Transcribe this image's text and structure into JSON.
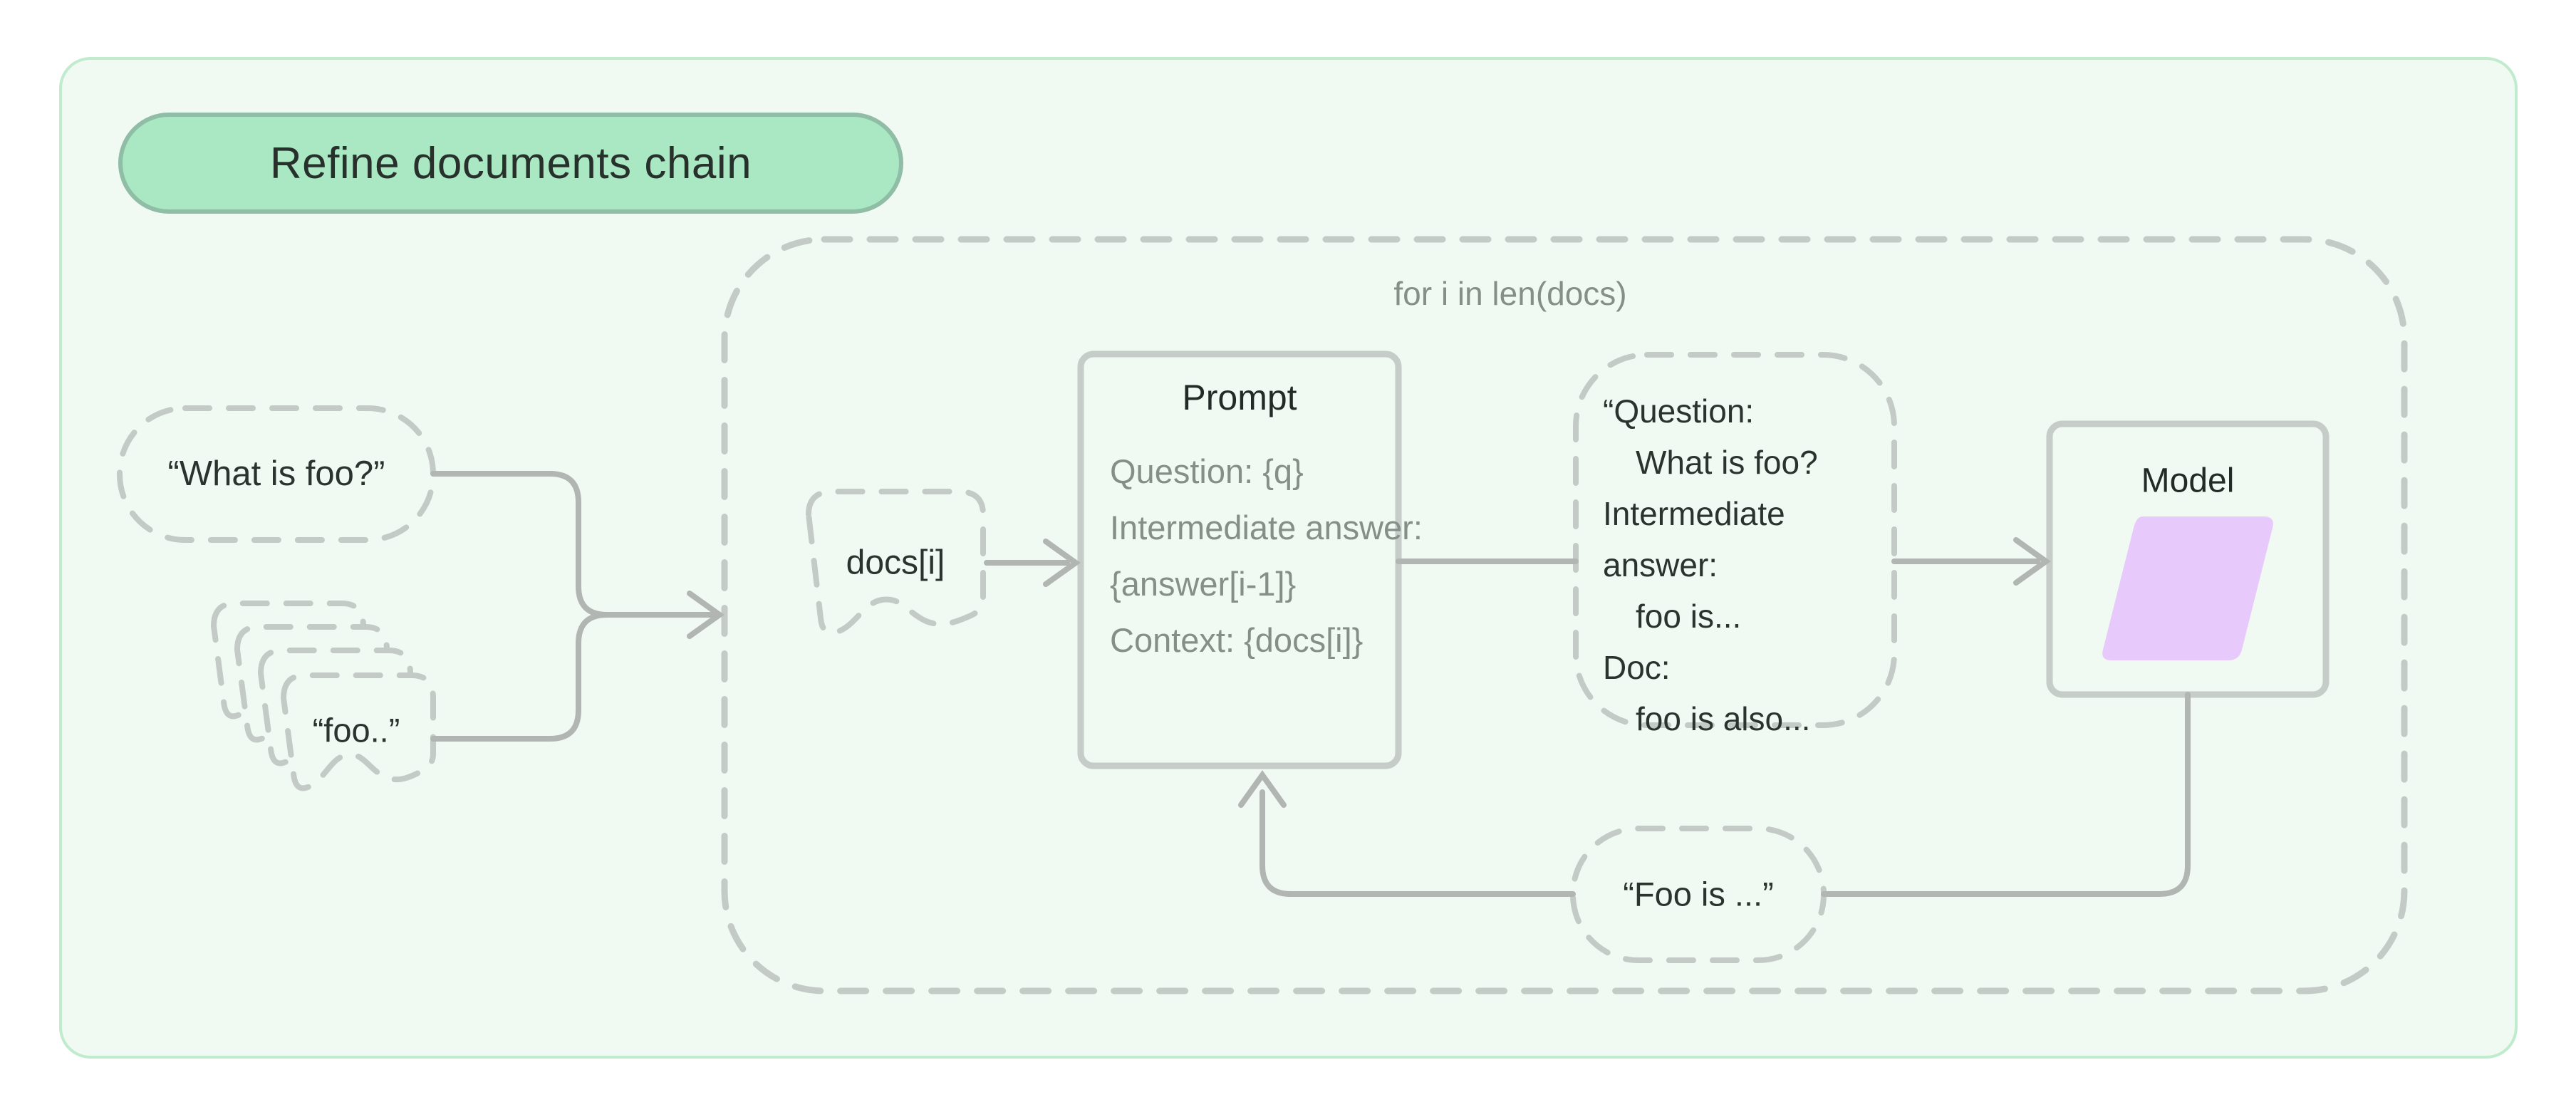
{
  "title_badge": "Refine documents chain",
  "loop": {
    "label": "for i in len(docs)"
  },
  "inputs": {
    "question_pill": "“What is foo?”",
    "docs_stack_label": "“foo..”",
    "doc_item_label": "docs[i]"
  },
  "prompt": {
    "title": "Prompt",
    "lines": [
      "Question: {q}",
      "Intermediate answer:",
      "{answer[i-1]}",
      "Context: {docs[i]}"
    ]
  },
  "intermediate_output": {
    "lines": [
      "“Question:",
      "What is foo?",
      "Intermediate",
      "answer:",
      "foo is...",
      "Doc:",
      "foo is also..."
    ]
  },
  "model": {
    "title": "Model"
  },
  "refined_answer": "“Foo is ...”",
  "colors": {
    "page_bg": "#ffffff",
    "panel_bg": "#f0f9f2",
    "panel_border": "#c0ebcd",
    "badge_fill": "#a9e8c3",
    "badge_border": "#8fbda6",
    "dash_gray": "#c4cac5",
    "solid_box_border": "#c6ccc7",
    "connector_gray": "#b2b6b2",
    "text_dark": "#2a332d",
    "text_gray": "#868e88",
    "model_parallelogram": "#e8c9fb"
  }
}
